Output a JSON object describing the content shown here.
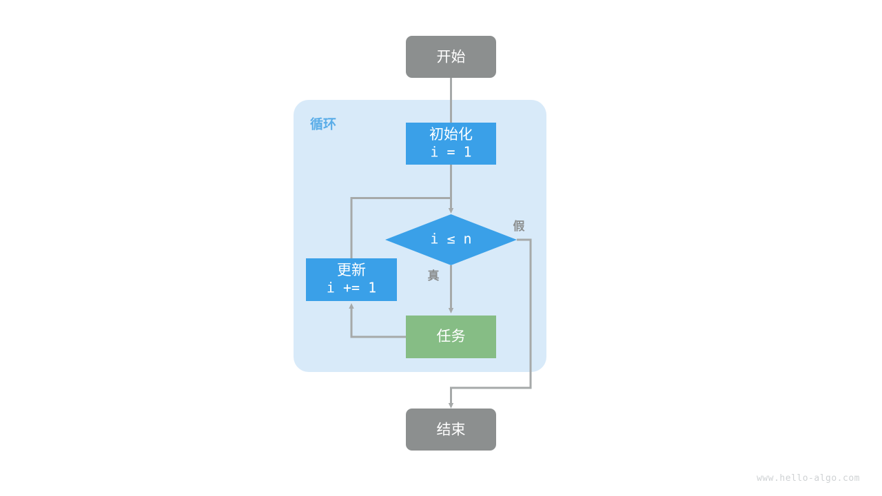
{
  "diagram": {
    "title_watermark": "www.hello-algo.com",
    "group": {
      "label": "循环",
      "color": "#d8eaf9",
      "label_color": "#5aade8"
    },
    "colors": {
      "terminal": "#8c8f8f",
      "process": "#3aa0e8",
      "decision": "#3aa0e8",
      "task": "#86bd85",
      "line": "#a6a9a9",
      "text_on_node": "#ffffff",
      "edge_label": "#8c8f8f"
    },
    "nodes": {
      "start": {
        "label": "开始"
      },
      "init": {
        "label_line1": "初始化",
        "label_line2": "i = 1"
      },
      "decision": {
        "label": "i ≤ n"
      },
      "update": {
        "label_line1": "更新",
        "label_line2": "i += 1"
      },
      "task": {
        "label": "任务"
      },
      "end": {
        "label": "结束"
      }
    },
    "edge_labels": {
      "true_branch": "真",
      "false_branch": "假"
    }
  }
}
